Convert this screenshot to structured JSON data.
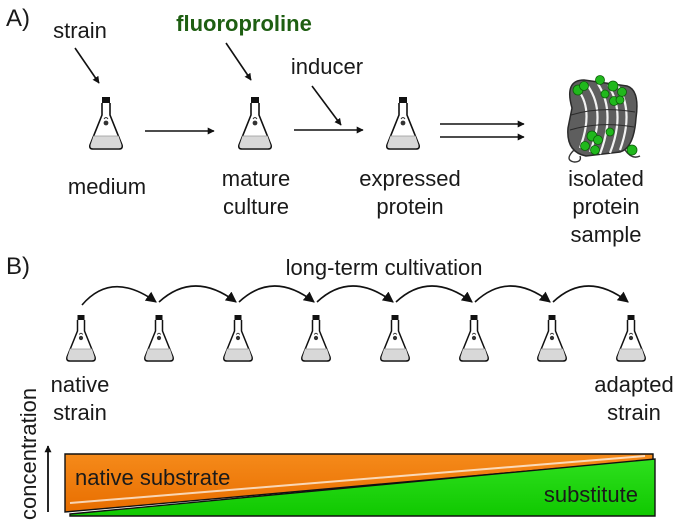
{
  "panel_a": {
    "panel_label": "A)",
    "strain": "strain",
    "fluoroproline": "fluoroproline",
    "inducer": "inducer",
    "medium": "medium",
    "mature_1": "mature",
    "mature_2": "culture",
    "expressed_1": "expressed",
    "expressed_2": "protein",
    "isolated_1": "isolated",
    "isolated_2": "protein",
    "isolated_3": "sample"
  },
  "panel_b": {
    "panel_label": "B)",
    "cultivation": "long-term cultivation",
    "native_1": "native",
    "native_2": "strain",
    "adapted_1": "adapted",
    "adapted_2": "strain",
    "y_axis": "concentration",
    "native_substrate": "native substrate",
    "substitute": "substitute"
  },
  "colors": {
    "label_green": "#1e5e12",
    "native_substrate_fill": "#f07a0a",
    "substitute_fill": "#1ed80f",
    "liquid": "#d8d8d8"
  },
  "icons": [
    "flask-icon",
    "protein-barrel-icon",
    "arrow-icon"
  ]
}
